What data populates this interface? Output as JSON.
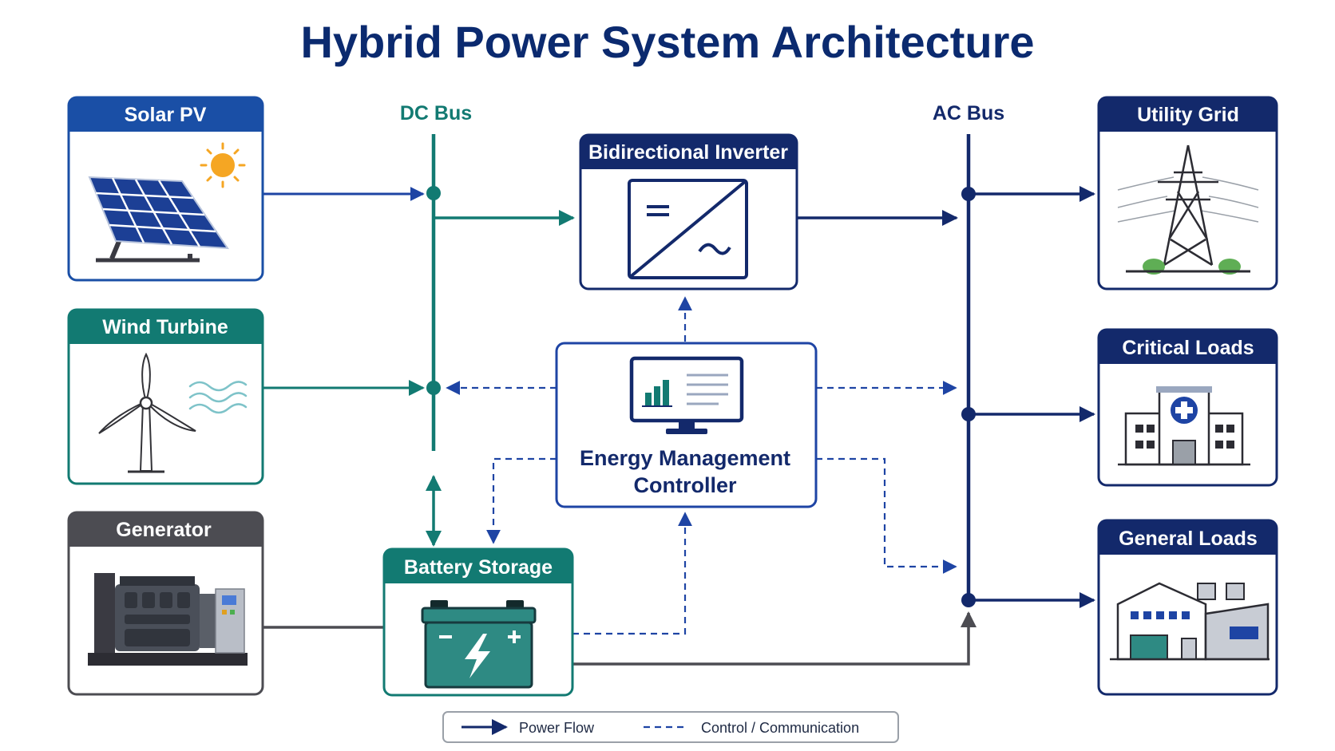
{
  "title": "Hybrid Power System Architecture",
  "buses": {
    "dc": "DC Bus",
    "ac": "AC Bus"
  },
  "sources": {
    "solar": "Solar PV",
    "wind": "Wind Turbine",
    "generator": "Generator"
  },
  "inverter": "Bidirectional Inverter",
  "battery": "Battery Storage",
  "controller": {
    "line1": "Energy Management",
    "line2": "Controller"
  },
  "loads": {
    "grid": "Utility Grid",
    "critical": "Critical Loads",
    "general": "General Loads"
  },
  "legend": {
    "power": "Power Flow",
    "control": "Control / Communication"
  },
  "colors": {
    "navy": "#13296b",
    "blue": "#1e44a4",
    "teal": "#127a72",
    "gray": "#4c4c52",
    "solar_header": "#1a4fa6",
    "wind_header": "#127a72",
    "gen_header": "#4c4c52",
    "title": "#0b2a6f"
  }
}
